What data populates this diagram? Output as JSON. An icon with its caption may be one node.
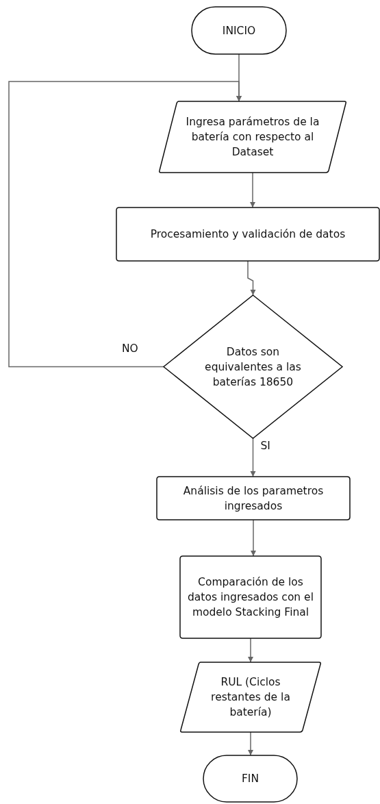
{
  "diagram": {
    "nodes": [
      {
        "text": [
          "INICIO"
        ]
      },
      {
        "text": [
          "Ingresa parámetros de la batería con respecto al Dataset"
        ]
      },
      {
        "text": [
          "Procesamiento y validación de datos"
        ]
      },
      {
        "text": [
          "Datos son equivalentes a las baterías 18650"
        ]
      },
      {
        "text": [
          "Análisis de los parametros ingresados"
        ]
      },
      {
        "text": [
          "Comparación de los datos ingresados con el modelo Stacking Final"
        ]
      },
      {
        "text": [
          "RUL (Ciclos restantes de la batería)"
        ]
      },
      {
        "text": [
          "FIN"
        ]
      }
    ],
    "edges": [
      {
        "from": 0,
        "to": 1,
        "arrow": "to"
      },
      {
        "from": 1,
        "to": 2,
        "arrow": "to"
      },
      {
        "from": 2,
        "to": 3,
        "arrow": "to"
      },
      {
        "from": 3,
        "to": 1,
        "arrow": "to",
        "label": "NO"
      },
      {
        "from": 3,
        "to": 4,
        "arrow": "to",
        "label": "SI"
      },
      {
        "from": 4,
        "to": 5,
        "arrow": "to"
      },
      {
        "from": 5,
        "to": 6,
        "arrow": "to"
      },
      {
        "from": 6,
        "to": 7,
        "arrow": "to"
      }
    ]
  }
}
